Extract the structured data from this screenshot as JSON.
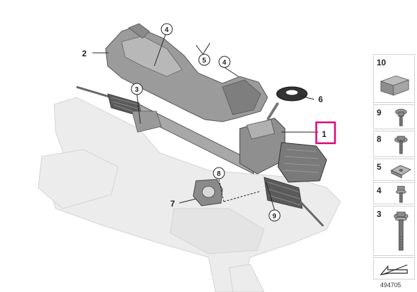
{
  "diagram": {
    "callouts": {
      "c1": "1",
      "c2": "2",
      "c3": "3",
      "c4a": "4",
      "c4b": "4",
      "c5": "5",
      "c6": "6",
      "c7": "7",
      "c8": "8",
      "c9": "9"
    },
    "highlight_color": "#e0007a"
  },
  "sidebar": {
    "panels": [
      {
        "number": "10",
        "icon": "box-block-icon"
      },
      {
        "number": "9",
        "icon": "short-bolt-icon"
      },
      {
        "number": "8",
        "icon": "flanged-bolt-icon"
      },
      {
        "number": "5",
        "icon": "clip-nut-icon"
      },
      {
        "number": "4",
        "icon": "stud-bolt-icon"
      },
      {
        "number": "3",
        "icon": "long-bolt-icon"
      }
    ]
  },
  "footer": {
    "image_id": "494705",
    "arrow_icon": "direction-arrow-icon"
  }
}
